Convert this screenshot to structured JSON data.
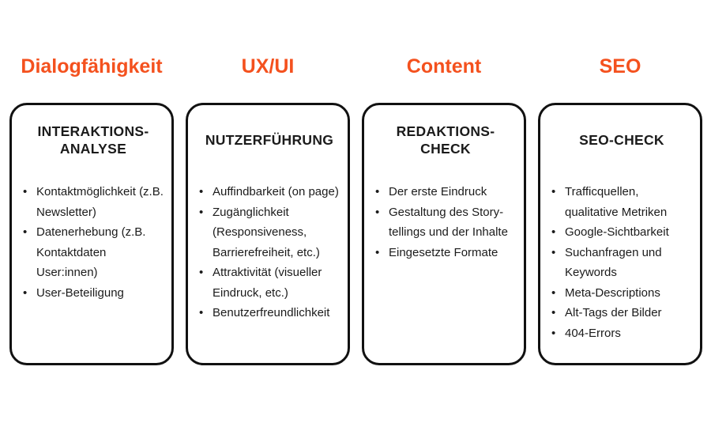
{
  "colors": {
    "accent_orange": "#F4511E",
    "card_border": "#111111",
    "text": "#1B1B1B",
    "background": "#FFFFFF"
  },
  "bullet_glyph": "•",
  "columns": [
    {
      "heading": "Dialogfähigkeit",
      "card_title": "INTERAKTIONS-\nANALYSE",
      "items": [
        "Kontaktmöglichkeit (z.B. Newsletter)",
        "Datenerhebung (z.B. Kontaktdaten User:innen)",
        "User-Beteiligung"
      ]
    },
    {
      "heading": "UX/UI",
      "card_title": "NUTZERFÜHRUNG",
      "items": [
        "Auffindbarkeit (on page)",
        "Zugänglichkeit (Responsiveness, Barrierefreiheit, etc.)",
        "Attraktivität (visueller Eindruck, etc.)",
        "Benutzerfreundlichkeit"
      ]
    },
    {
      "heading": "Content",
      "card_title": "REDAKTIONS-\nCHECK",
      "items": [
        "Der erste Eindruck",
        "Gestaltung des Story-tellings und der Inhalte",
        "Eingesetzte Formate"
      ]
    },
    {
      "heading": "SEO",
      "card_title": "SEO-CHECK",
      "items": [
        "Trafficquellen, qualitative Metriken",
        "Google-Sichtbarkeit",
        "Suchanfragen und Keywords",
        "Meta-Descriptions",
        "Alt-Tags der Bilder",
        "404-Errors"
      ]
    }
  ]
}
